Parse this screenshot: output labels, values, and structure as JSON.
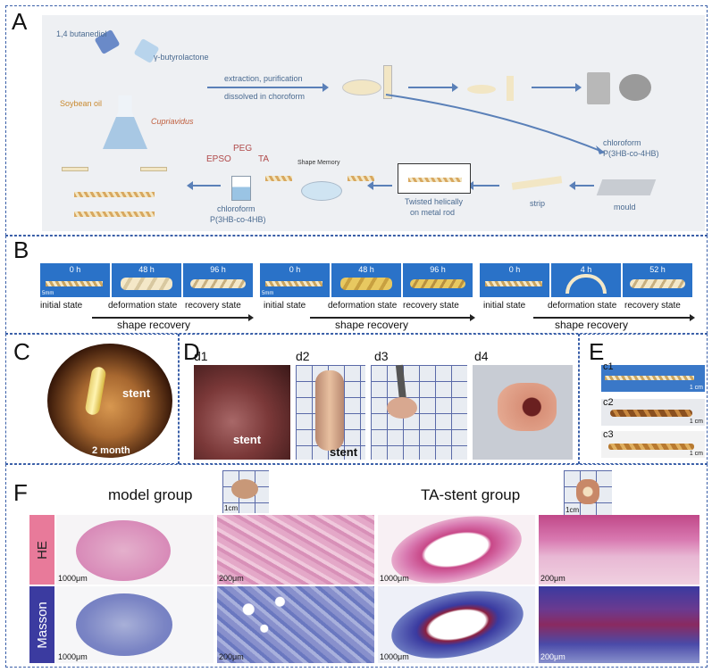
{
  "panels": {
    "A": {
      "label": "A",
      "texts": {
        "butanediol": "1,4 butanediol",
        "butyrolactone": "γ-butyrolactone",
        "soybean": "Soybean oil",
        "cupriavidus": "Cupriavidus",
        "extraction": "extraction, purification",
        "dissolved": "dissolved in choroform",
        "chloroform_right": "chloroform",
        "polymer_right": "P(3HB-co-4HB)",
        "mould": "mould",
        "strip": "strip",
        "twisted1": "Twisted helically",
        "twisted2": "on metal rod",
        "shape_memory": "Shape Memory",
        "epso": "EPSO",
        "peg": "PEG",
        "ta": "TA",
        "chloroform_left": "chloroform",
        "polymer_left": "P(3HB-co-4HB)"
      }
    },
    "B": {
      "label": "B",
      "groups": [
        {
          "times": [
            "0 h",
            "48 h",
            "96 h"
          ],
          "states": [
            "initial state",
            "deformation state",
            "recovery state"
          ],
          "recovery": "shape recovery"
        },
        {
          "times": [
            "0 h",
            "48 h",
            "96 h"
          ],
          "states": [
            "initial state",
            "deformation state",
            "recovery state"
          ],
          "recovery": "shape recovery"
        },
        {
          "times": [
            "0 h",
            "4 h",
            "52 h"
          ],
          "states": [
            "initial state",
            "deformation state",
            "recovery state"
          ],
          "recovery": "shape recovery"
        }
      ],
      "scale": "5mm"
    },
    "C": {
      "label": "C",
      "stent": "stent",
      "time": "2 month"
    },
    "D": {
      "label": "D",
      "subs": [
        "d1",
        "d2",
        "d3",
        "d4"
      ],
      "stent1": "stent",
      "stent2": "stent"
    },
    "E": {
      "label": "E",
      "subs": [
        "c1",
        "c2",
        "c3"
      ],
      "scale": "1 cm"
    },
    "F": {
      "label": "F",
      "model_group": "model group",
      "ta_group": "TA-stent group",
      "rows": [
        "HE",
        "Masson"
      ],
      "scale_low": "1000μm",
      "scale_high": "200μm",
      "inset_scale": "1cm"
    }
  },
  "colors": {
    "panel_border": "#3a5fa8",
    "he_tab": "#e87a9a",
    "masson_tab": "#3b3ba0",
    "he_stain": "#d88ab8",
    "masson_stain": "#6a78c0"
  }
}
